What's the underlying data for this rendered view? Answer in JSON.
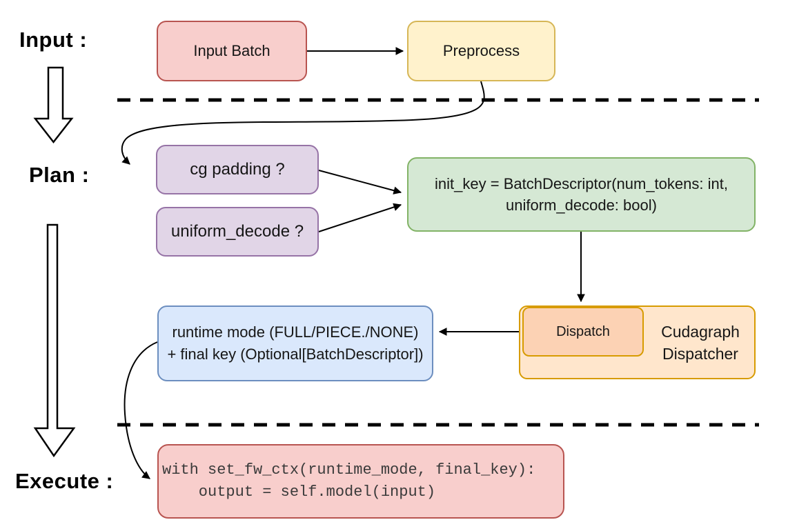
{
  "sections": {
    "input": {
      "label": "Input :"
    },
    "plan": {
      "label": "Plan :"
    },
    "execute": {
      "label": "Execute :"
    }
  },
  "nodes": {
    "input_batch": {
      "label": "Input Batch"
    },
    "preprocess": {
      "label": "Preprocess"
    },
    "cg_padding": {
      "label": "cg padding ?"
    },
    "uniform_decode": {
      "label": "uniform_decode ?"
    },
    "init_key": {
      "label": "init_key = BatchDescriptor(num_tokens: int,\nuniform_decode: bool)"
    },
    "runtime_mode": {
      "label": "runtime mode (FULL/PIECE./NONE)\n+ final key (Optional[BatchDescriptor])"
    },
    "dispatch": {
      "label": "Dispatch"
    },
    "cudagraph_dispatcher": {
      "label": "Cudagraph\nDispatcher"
    },
    "execute_code": {
      "label": "with set_fw_ctx(runtime_mode, final_key):\n    output = self.model(input)"
    }
  },
  "edges": [
    {
      "from": "input-batch",
      "to": "preprocess",
      "style": "straight-arrow"
    },
    {
      "from": "preprocess",
      "to": "cg-padding",
      "style": "curved-arrow"
    },
    {
      "from": "cg-padding",
      "to": "init-key",
      "style": "straight-arrow"
    },
    {
      "from": "uniform-decode",
      "to": "init-key",
      "style": "straight-arrow"
    },
    {
      "from": "init-key",
      "to": "dispatch",
      "style": "straight-arrow"
    },
    {
      "from": "dispatch",
      "to": "runtime-mode",
      "style": "straight-arrow"
    },
    {
      "from": "runtime-mode",
      "to": "execute-code",
      "style": "curved-arrow"
    }
  ],
  "dividers": [
    "input-plan-dashed-line",
    "plan-execute-dashed-line"
  ],
  "colors": {
    "background": "#ffffff",
    "connector": "#000000",
    "red_fill": "#f8cecc",
    "red_stroke": "#b85450",
    "yellow_fill": "#fff2cc",
    "yellow_stroke": "#d6b656",
    "purple_fill": "#e1d5e7",
    "purple_stroke": "#9673a6",
    "green_fill": "#d5e8d4",
    "green_stroke": "#82b366",
    "blue_fill": "#dae8fc",
    "blue_stroke": "#6c8ebf",
    "orange_fill": "#ffe6cc",
    "orange_inner_fill": "#fcd2b4",
    "orange_stroke": "#d79b00",
    "code_text": "#3a3a3a"
  }
}
